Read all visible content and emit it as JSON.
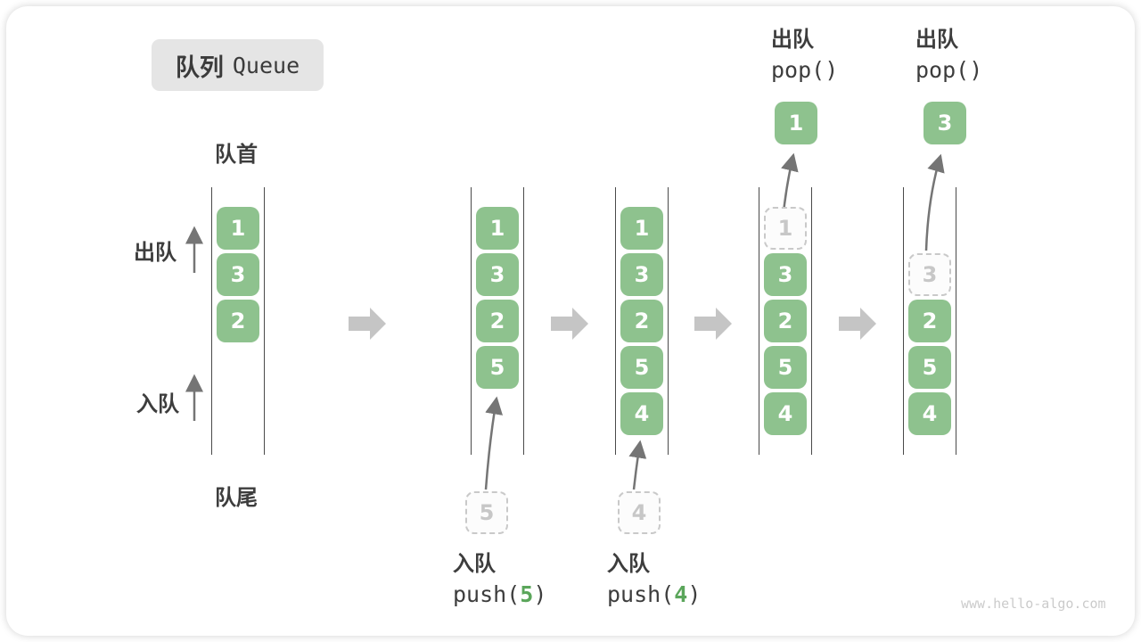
{
  "title": {
    "cjk": "队列",
    "en": "Queue"
  },
  "labels": {
    "front": "队首",
    "rear": "队尾",
    "dequeue": "出队",
    "enqueue": "入队"
  },
  "states": [
    [
      "1",
      "3",
      "2"
    ],
    [
      "1",
      "3",
      "2",
      "5"
    ],
    [
      "1",
      "3",
      "2",
      "5",
      "4"
    ],
    [
      "1",
      "3",
      "2",
      "5",
      "4"
    ],
    [
      "3",
      "2",
      "5",
      "4"
    ]
  ],
  "pops": [
    {
      "label": "出队",
      "code": "pop()",
      "value": "1"
    },
    {
      "label": "出队",
      "code": "pop()",
      "value": "3"
    }
  ],
  "pushes": [
    {
      "label": "入队",
      "fn": "push(",
      "arg": "5",
      "close": ")",
      "ghost": "5"
    },
    {
      "label": "入队",
      "fn": "push(",
      "arg": "4",
      "close": ")",
      "ghost": "4"
    }
  ],
  "watermark": "www.hello-algo.com",
  "colors": {
    "item_green": "#8ec28e",
    "code_arg_green": "#5ba65b",
    "block_arrow_gray": "#c5c5c5",
    "line_gray": "#4a4a4a",
    "ghost_gray": "#c9c9c9",
    "title_bg": "#e5e5e5"
  }
}
